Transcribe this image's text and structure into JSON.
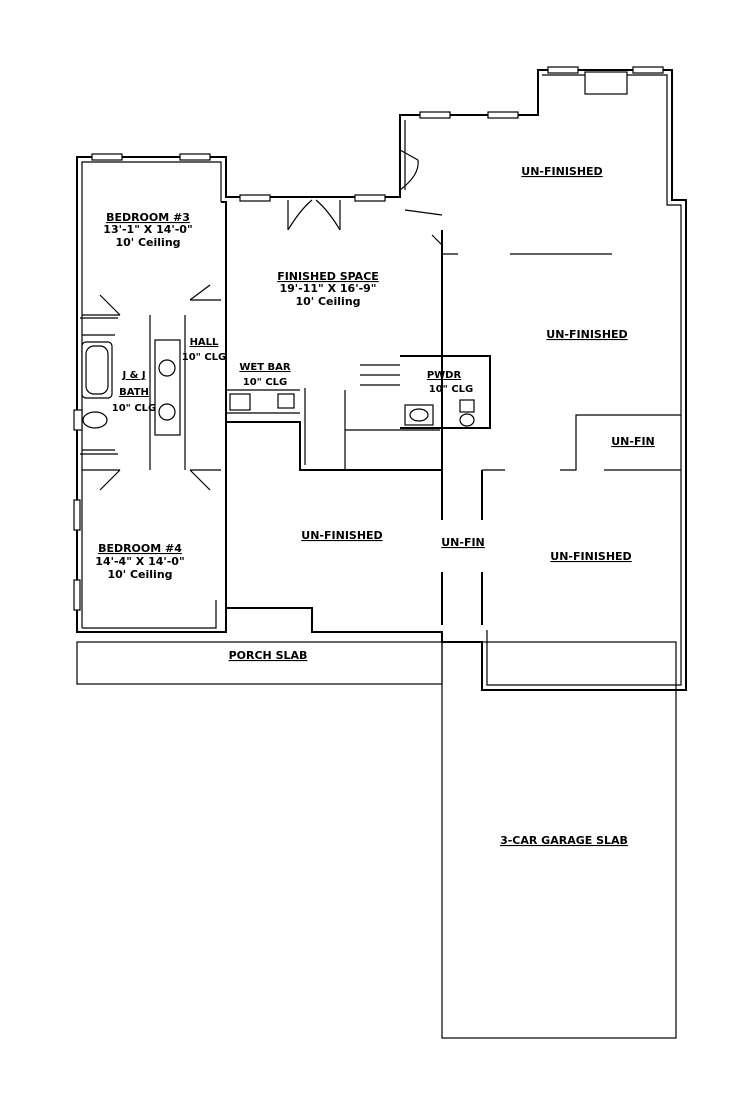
{
  "rooms": {
    "bedroom3": {
      "name": "BEDROOM #3",
      "dims": "13'-1\" X 14'-0\"",
      "ceiling": "10' Ceiling"
    },
    "bedroom4": {
      "name": "BEDROOM #4",
      "dims": "14'-4\" X 14'-0\"",
      "ceiling": "10' Ceiling"
    },
    "finished_space": {
      "name": "FINISHED SPACE",
      "dims": "19'-11\" X 16'-9\"",
      "ceiling": "10' Ceiling"
    },
    "hall": {
      "name": "HALL",
      "ceiling": "10\" CLG"
    },
    "jj_bath": {
      "name_line1": "J & J",
      "name_line2": "BATH",
      "ceiling": "10\" CLG"
    },
    "wet_bar": {
      "name": "WET BAR",
      "ceiling": "10\" CLG"
    },
    "pwdr": {
      "name": "PWDR",
      "ceiling": "10\" CLG"
    },
    "unfinished_top": {
      "name": "UN-FINISHED"
    },
    "unfinished_right": {
      "name": "UN-FINISHED"
    },
    "unfin_small": {
      "name": "UN-FIN"
    },
    "unfinished_center": {
      "name": "UN-FINISHED"
    },
    "unfin_corridor": {
      "name": "UN-FIN"
    },
    "unfinished_lower_right": {
      "name": "UN-FINISHED"
    },
    "porch_slab": {
      "name": "PORCH SLAB"
    },
    "garage_slab": {
      "name": "3-CAR GARAGE SLAB"
    }
  }
}
